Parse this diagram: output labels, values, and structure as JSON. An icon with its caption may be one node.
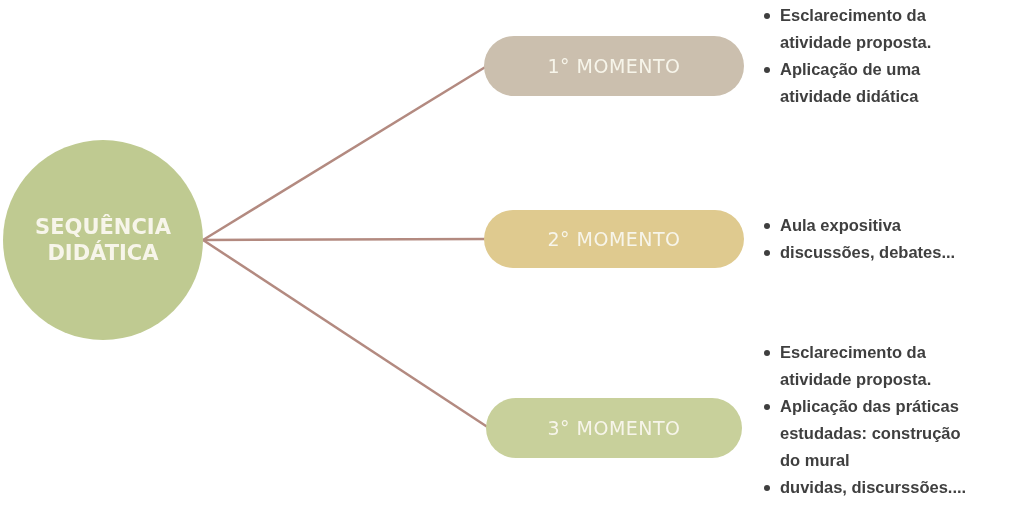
{
  "diagram": {
    "nodes": [
      {
        "text": [
          "SEQUÊNCIA DIDÁTICA"
        ]
      },
      {
        "text": [
          "1° MOMENTO"
        ],
        "beside": [
          "Esclarecimento da atividade proposta.",
          "Aplicação de uma atividade didática"
        ]
      },
      {
        "text": [
          "2° MOMENTO"
        ],
        "beside": [
          "Aula expositiva",
          "discussões, debates..."
        ]
      },
      {
        "text": [
          "3° MOMENTO"
        ],
        "beside": [
          "Esclarecimento da atividade proposta.",
          "Aplicação das práticas estudadas: construção do mural",
          "duvidas, discurssões...."
        ]
      }
    ],
    "edges": [
      {
        "from": 0,
        "to": 1,
        "arrow": "none"
      },
      {
        "from": 0,
        "to": 2,
        "arrow": "none"
      },
      {
        "from": 0,
        "to": 3,
        "arrow": "none"
      }
    ]
  }
}
